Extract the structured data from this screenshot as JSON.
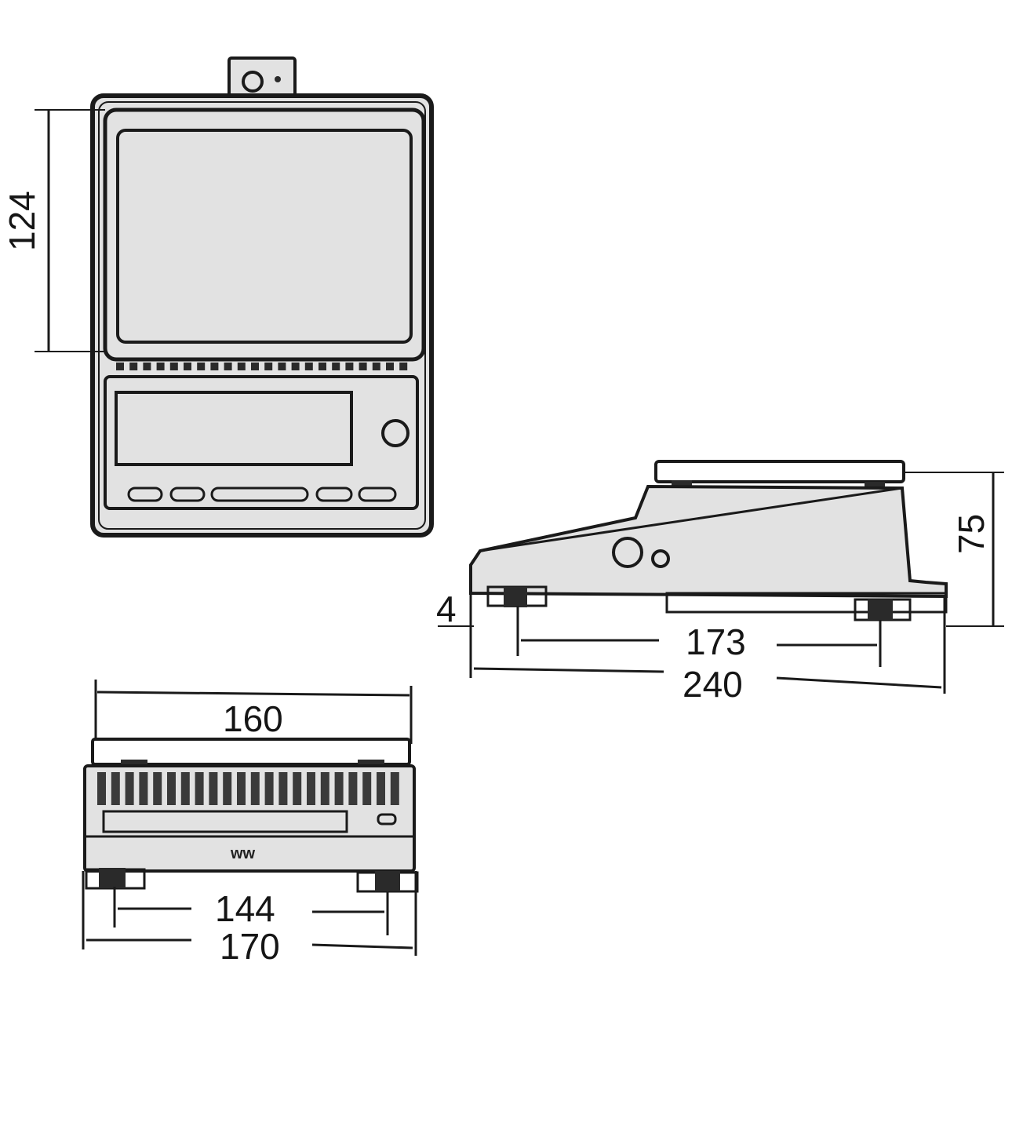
{
  "views": {
    "top_view": {
      "dimension_height": "124"
    },
    "side_view": {
      "dimension_height": "75",
      "dimension_foot": "4",
      "dimension_feet_spacing": "173",
      "dimension_length": "240"
    },
    "front_view": {
      "dimension_pan_width": "160",
      "dimension_feet_spacing": "144",
      "dimension_width": "170"
    }
  },
  "colors": {
    "line": "#1a1a1a",
    "body": "#e2e2e2",
    "dark": "#2a2a2a"
  }
}
